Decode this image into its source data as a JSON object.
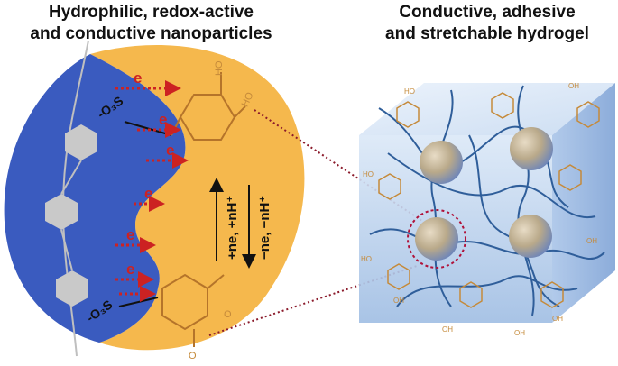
{
  "titles": {
    "left_line1": "Hydrophilic, redox-active",
    "left_line2": "and conductive nanoparticles",
    "right_line1": "Conductive, adhesive",
    "right_line2": "and stretchable hydrogel"
  },
  "electron_label": "e",
  "sulfonate_label": "-O₃S",
  "hydroxyl_label": "HO",
  "carbonyl_label": "O",
  "redox": {
    "forward": "+ne, +nH⁺",
    "reverse": "−ne, −nH⁺"
  },
  "hydrogel_labels": {
    "oh": "OH",
    "ho": "HO"
  },
  "colors": {
    "polymer_blue": "#3a5bbf",
    "catechol_orange": "#f5b84d",
    "arrow_red": "#cc2222",
    "ring_gray": "#c9c9c9",
    "hydrogel_blue": "#bcd3ee",
    "chem_brown": "#c58a3a"
  }
}
